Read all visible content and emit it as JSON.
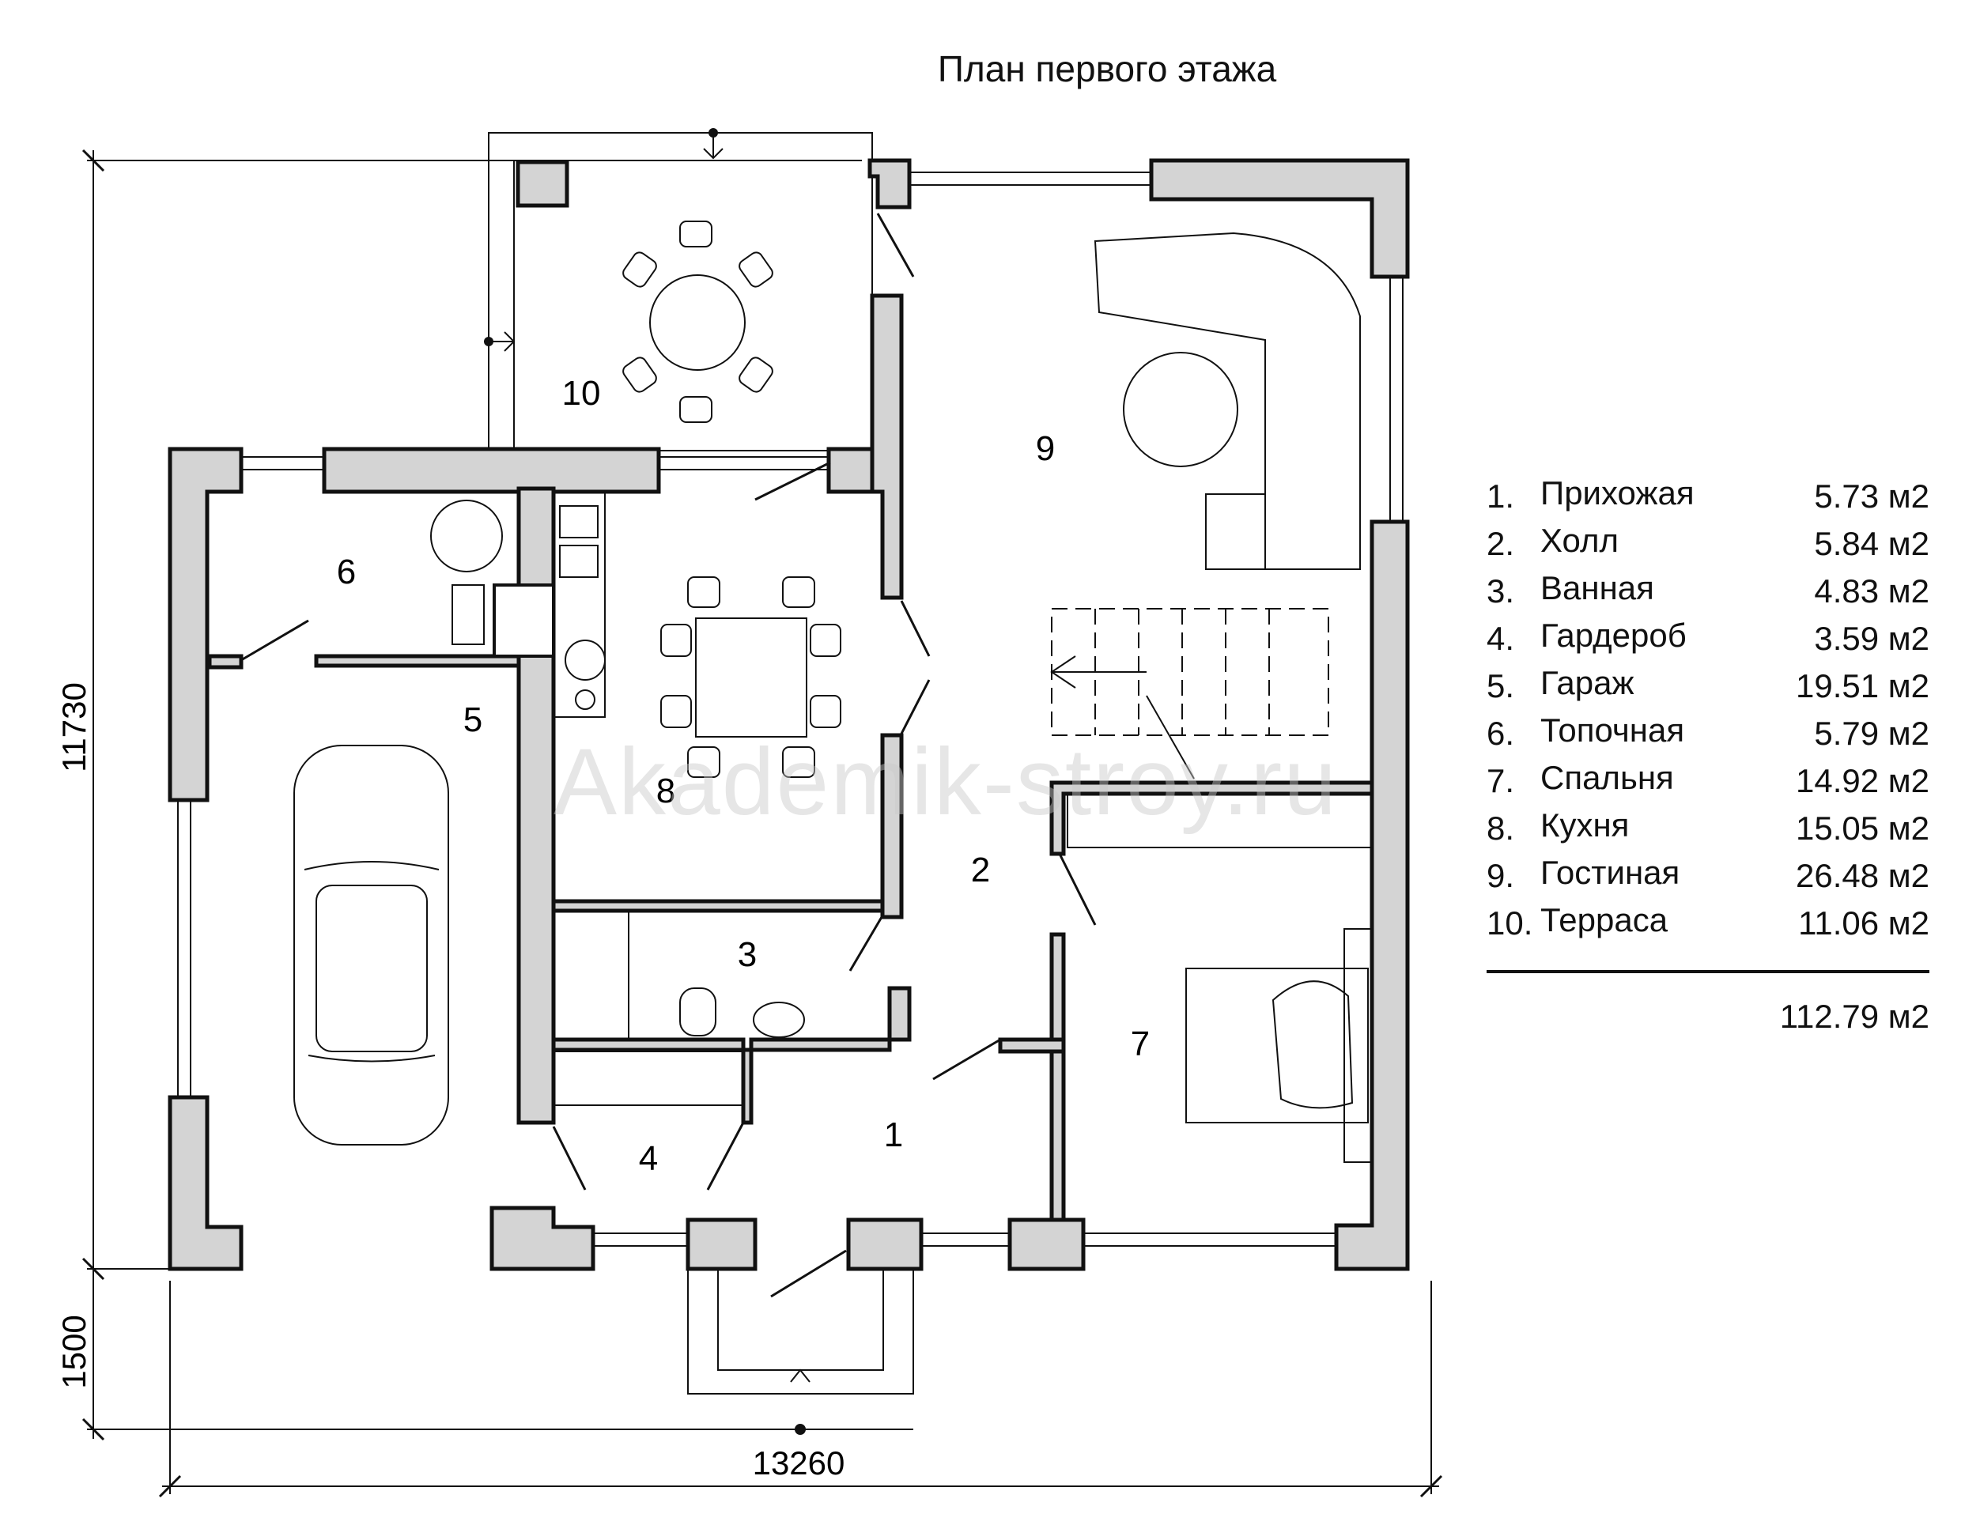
{
  "title": "План первого этажа",
  "watermark": "Akademik-stroy.ru",
  "dimensions": {
    "overall_height": "11730",
    "porch_depth": "1500",
    "overall_width": "13260"
  },
  "room_labels": [
    "1",
    "2",
    "3",
    "4",
    "5",
    "6",
    "7",
    "8",
    "9",
    "10"
  ],
  "rooms": [
    {
      "num": "1.",
      "name": "Прихожая",
      "area": "5.73 м2"
    },
    {
      "num": "2.",
      "name": "Холл",
      "area": "5.84 м2"
    },
    {
      "num": "3.",
      "name": "Ванная",
      "area": "4.83 м2"
    },
    {
      "num": "4.",
      "name": "Гардероб",
      "area": "3.59 м2"
    },
    {
      "num": "5.",
      "name": "Гараж",
      "area": "19.51 м2"
    },
    {
      "num": "6.",
      "name": "Топочная",
      "area": "5.79 м2"
    },
    {
      "num": "7.",
      "name": "Спальня",
      "area": "14.92 м2"
    },
    {
      "num": "8.",
      "name": "Кухня",
      "area": "15.05 м2"
    },
    {
      "num": "9.",
      "name": "Гостиная",
      "area": "26.48 м2"
    },
    {
      "num": "10.",
      "name": "Терраса",
      "area": "11.06 м2"
    }
  ],
  "total_area": "112.79 м2",
  "colors": {
    "wall_fill": "#d4d4d4",
    "line": "#111111"
  }
}
